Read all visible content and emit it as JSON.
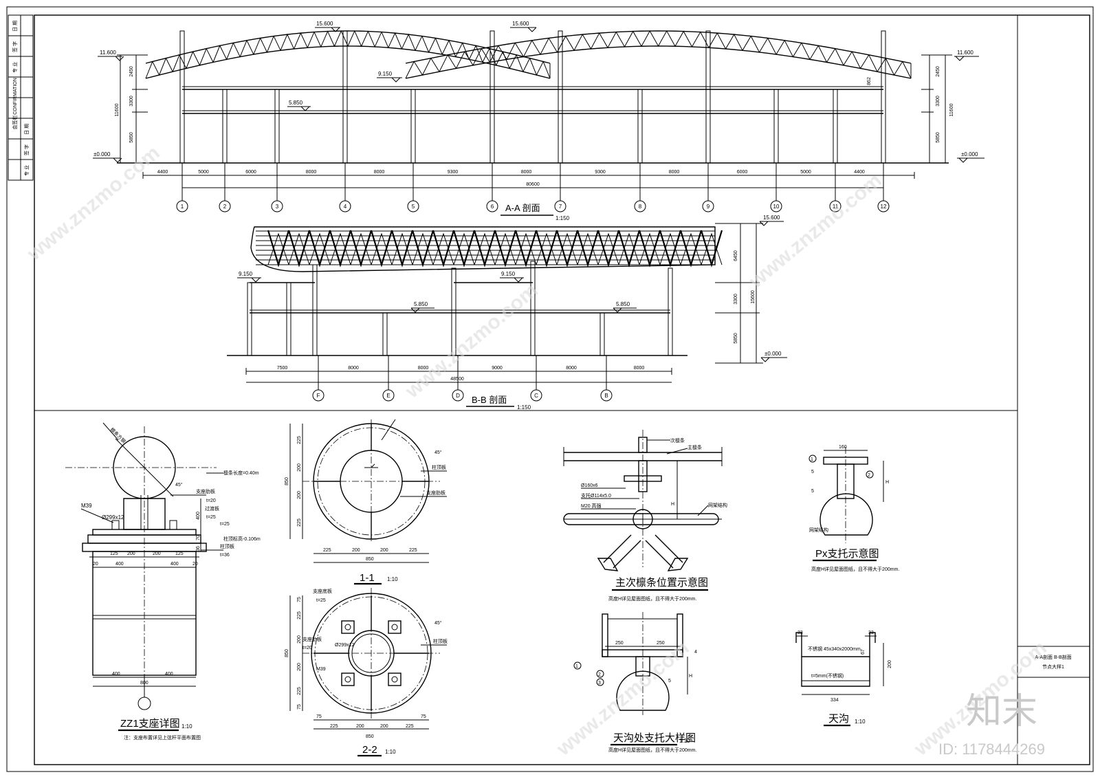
{
  "sheet": {
    "left_strip": [
      "日 期",
      "签 字",
      "专 业",
      "CONFIRMATION",
      "会签栏",
      "日 期",
      "签 字",
      "专 业"
    ],
    "title_block": [
      "A-A剖面  B-B剖面",
      "节点大样1"
    ],
    "watermark_brand": "知末",
    "watermark_id": "ID: 1178444269",
    "watermark_site": "www.znzmo.com"
  },
  "section_aa": {
    "title": "A-A 剖面",
    "scale": "1:150",
    "elevations": {
      "top_left": "15.600",
      "top_right": "15.600",
      "eave_left": "11.600",
      "eave_right": "11.600",
      "mid": "9.150",
      "floor": "5.850",
      "ground_left": "±0.000",
      "ground_right": "±0.000"
    },
    "vertical_dims": [
      "2450",
      "3300",
      "5850",
      "11600"
    ],
    "right_dim_extra": "862",
    "bays": [
      "4400",
      "5000",
      "6000",
      "8000",
      "8000",
      "9300",
      "8000",
      "9300",
      "8000",
      "6000",
      "5000",
      "4400"
    ],
    "total": "80600",
    "axes": [
      "1",
      "2",
      "3",
      "4",
      "5",
      "6",
      "7",
      "8",
      "9",
      "10",
      "11",
      "12"
    ]
  },
  "section_bb": {
    "title": "B-B 剖面",
    "scale": "1:150",
    "elevations": {
      "top": "15.600",
      "left": "9.150",
      "mid": "9.150",
      "floor1": "5.850",
      "floor2": "5.850",
      "ground": "±0.000"
    },
    "vertical_dims": [
      "6450",
      "3300",
      "5850",
      "15600"
    ],
    "bays": [
      "7500",
      "8000",
      "8000",
      "9000",
      "8000",
      "8000"
    ],
    "total": "48500",
    "axes": [
      "F",
      "E",
      "D",
      "C",
      "B"
    ]
  },
  "zz1": {
    "title": "ZZ1支座详图",
    "scale": "1:10",
    "note": "注：支座布置详见上弦杆平面布置图",
    "labels": [
      "M39",
      "Ø299x12",
      "支座肋板",
      "t=20",
      "过渡板",
      "t=25",
      "柱顶板",
      "t=36",
      "t=25",
      "45°",
      "檩条长度=0.40m",
      "柱顶标高-0.106m",
      "檩条方钢"
    ],
    "dims_top": [
      "125",
      "200",
      "200",
      "125"
    ],
    "dims_mid": [
      "20",
      "400",
      "400",
      "20"
    ],
    "dims_bottom": [
      "400",
      "400"
    ],
    "total": "800",
    "vdims": [
      "400",
      "70",
      "36"
    ]
  },
  "detail_11": {
    "title": "1-1",
    "scale": "1:10",
    "labels": [
      "柱顶板",
      "支座肋板",
      "45°"
    ],
    "dims_h": [
      "225",
      "200",
      "200",
      "225"
    ],
    "total": "850",
    "dims_v": [
      "225",
      "200",
      "200",
      "225"
    ],
    "total_v": "850"
  },
  "detail_22": {
    "title": "2-2",
    "scale": "1:10",
    "labels": [
      "支座底板",
      "t=25",
      "支座肋板",
      "t=20",
      "Ø299x12",
      "M39",
      "柱顶板",
      "45°"
    ],
    "dims_h": [
      "225",
      "200",
      "200",
      "225"
    ],
    "edge": [
      "75",
      "75"
    ],
    "total": "850",
    "dims_v": [
      "75",
      "225",
      "200",
      "200",
      "225",
      "75"
    ],
    "total_v": "850"
  },
  "purlin": {
    "title": "主次檩条位置示意图",
    "note": "高度H详见屋面图纸，且不得大于200mm.",
    "labels": [
      "次檩条",
      "主檩条",
      "Ø160x6",
      "支托Ø114x5.0",
      "M20 高强",
      "网架结构",
      "H"
    ]
  },
  "px": {
    "title": "Px支托示意图",
    "note": "高度H详见屋面图纸，且不得大于200mm.",
    "labels": [
      "160",
      "1",
      "2",
      "5",
      "H",
      "网架结构"
    ]
  },
  "gutter_support": {
    "title": "天沟处支托大样图",
    "scale": "1:10",
    "note": "高度H详见屋面图纸，且不得大于200mm.",
    "labels": [
      "250",
      "250",
      "1",
      "2",
      "3",
      "H",
      "4",
      "5"
    ]
  },
  "gutter": {
    "title": "天沟",
    "scale": "1:10",
    "labels": [
      "33",
      "33",
      "不锈钢 45x340x2000mm",
      "t=5mm(不锈钢)",
      "67",
      "200",
      "334"
    ]
  }
}
